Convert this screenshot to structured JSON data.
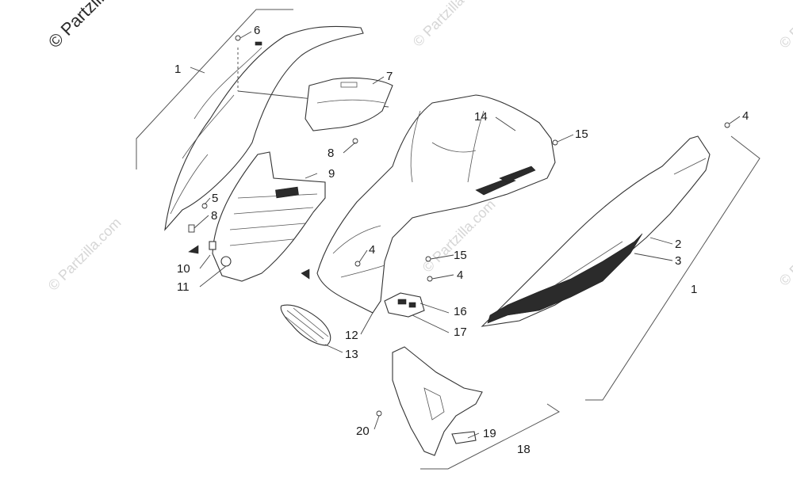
{
  "watermark": {
    "corner_text": "© Partzilla",
    "repeat_text": "© Partzilla.com"
  },
  "callouts": [
    "1",
    "2",
    "3",
    "4",
    "5",
    "6",
    "7",
    "8",
    "9",
    "10",
    "11",
    "12",
    "13",
    "14",
    "15",
    "16",
    "17",
    "18",
    "19",
    "20"
  ],
  "colors": {
    "line": "#333333",
    "watermark": "#d6d6d6",
    "decal_dark": "#2b2b2b"
  }
}
